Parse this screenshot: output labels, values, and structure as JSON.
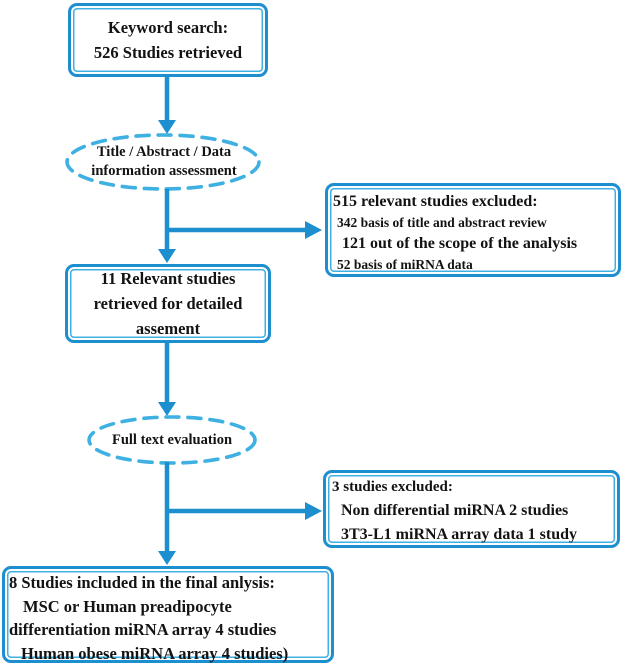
{
  "colors": {
    "accent": "#1d8fcf",
    "accent_light": "#3fb0e2",
    "text": "#131313",
    "background": "#ffffff"
  },
  "nodes": {
    "keyword_search": {
      "line1": "Keyword search:",
      "line2": "526 Studies retrieved"
    },
    "assessment_stage": {
      "line1": "Title / Abstract / Data",
      "line2": "information assessment"
    },
    "excluded_515": {
      "title": "515 relevant studies excluded:",
      "item1": "342 basis of title and abstract review",
      "item2": "121 out of the scope of the analysis",
      "item3": "52 basis of miRNA data"
    },
    "relevant_11": {
      "line1": "11 Relevant studies",
      "line2": "retrieved for detailed",
      "line3": "assement"
    },
    "full_text_evaluation": {
      "label": "Full text evaluation"
    },
    "excluded_3": {
      "title": "3 studies excluded:",
      "item1": "Non differential miRNA 2 studies",
      "item2": "3T3-L1 miRNA array data 1 study"
    },
    "included_8": {
      "line1": "8 Studies included in the final anlysis:",
      "line2": "MSC or Human preadipocyte",
      "line3": "differentiation  miRNA array 4 studies",
      "line4": "Human obese miRNA array 4 studies)"
    }
  }
}
